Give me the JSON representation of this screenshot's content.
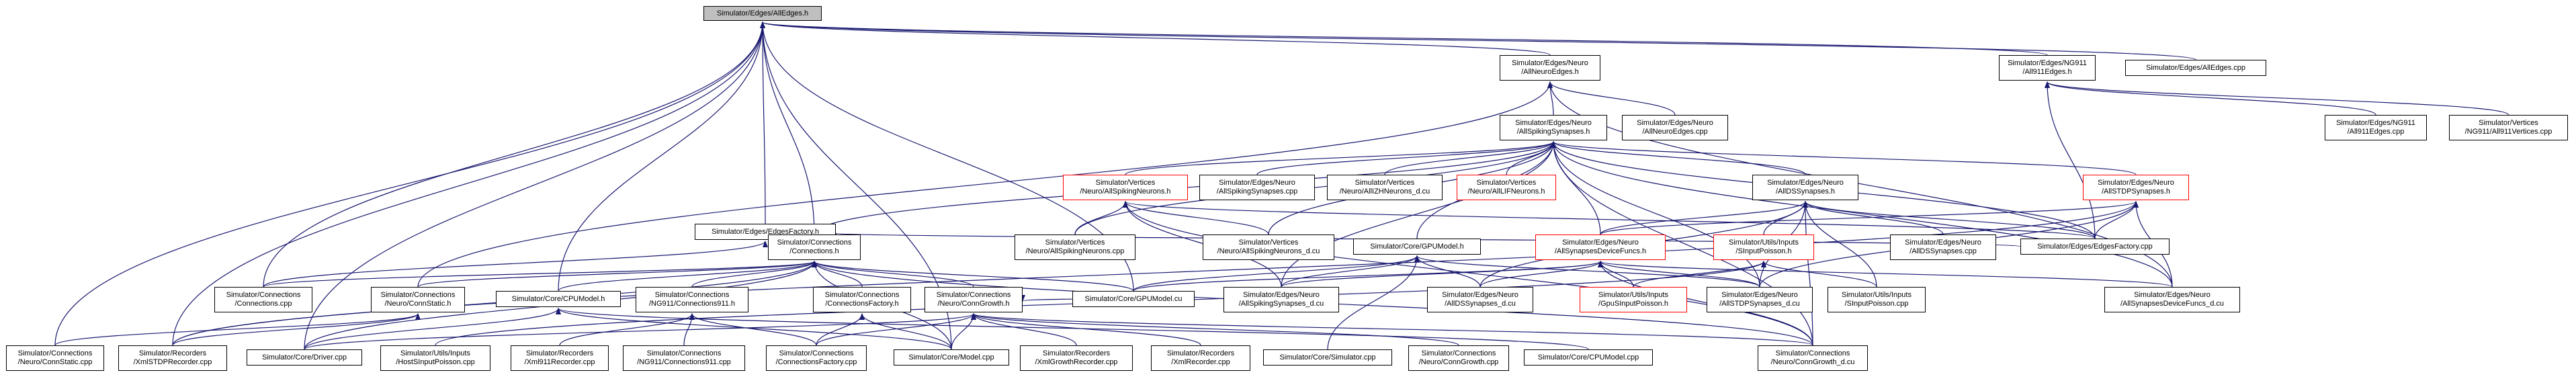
{
  "colors": {
    "edge": "#191970",
    "border": "#000000",
    "red_border": "#ff0000",
    "root_fill": "#bfbfbf"
  },
  "nodes": {
    "alledges_h": "Simulator/Edges/AllEdges.h",
    "allneuroedges_h": "Simulator/Edges/Neuro\n/AllNeuroEdges.h",
    "all911edges_h": "Simulator/Edges/NG911\n/All911Edges.h",
    "alledges_cpp": "Simulator/Edges/AllEdges.cpp",
    "allneuroedges_cpp": "Simulator/Edges/Neuro\n/AllNeuroEdges.cpp",
    "allspikingsynapses_h": "Simulator/Edges/Neuro\n/AllSpikingSynapses.h",
    "all911edges_cpp": "Simulator/Edges/NG911\n/All911Edges.cpp",
    "all911vertices_cpp": "Simulator/Vertices\n/NG911/All911Vertices.cpp",
    "allspikingneurons_h": "Simulator/Vertices\n/Neuro/AllSpikingNeurons.h",
    "allspikingsynapses_cpp": "Simulator/Edges/Neuro\n/AllSpikingSynapses.cpp",
    "allizhneurons_d_cu": "Simulator/Vertices\n/Neuro/AllIZHNeurons_d.cu",
    "alllifneurons_h": "Simulator/Vertices\n/Neuro/AllLIFNeurons.h",
    "alldssynapses_h": "Simulator/Edges/Neuro\n/AllDSSynapses.h",
    "allstdpsynapses_h": "Simulator/Edges/Neuro\n/AllSTDPSynapses.h",
    "edgesfactory_h": "Simulator/Edges/EdgesFactory.h",
    "connections_h": "Simulator/Connections\n/Connections.h",
    "allspikingneurons_cpp": "Simulator/Vertices\n/Neuro/AllSpikingNeurons.cpp",
    "allspikingneurons_d_cu": "Simulator/Vertices\n/Neuro/AllSpikingNeurons_d.cu",
    "gpumodel_h": "Simulator/Core/GPUModel.h",
    "allsynapsesdevicefuncs_h": "Simulator/Edges/Neuro\n/AllSynapsesDeviceFuncs.h",
    "sinputpoisson_h": "Simulator/Utils/Inputs\n/SInputPoisson.h",
    "alldssynapses_cpp": "Simulator/Edges/Neuro\n/AllDSSynapses.cpp",
    "edgesfactory_cpp": "Simulator/Edges/EdgesFactory.cpp",
    "connections_cpp": "Simulator/Connections\n/Connections.cpp",
    "connstatic_h": "Simulator/Connections\n/Neuro/ConnStatic.h",
    "cpumodel_h": "Simulator/Core/CPUModel.h",
    "connections911_h": "Simulator/Connections\n/NG911/Connections911.h",
    "connectionsfactory_h": "Simulator/Connections\n/ConnectionsFactory.h",
    "conngrowth_h": "Simulator/Connections\n/Neuro/ConnGrowth.h",
    "gpumodel_cu": "Simulator/Core/GPUModel.cu",
    "allspikingsynapses_d_cu": "Simulator/Edges/Neuro\n/AllSpikingSynapses_d.cu",
    "alldssynapses_d_cu": "Simulator/Edges/Neuro\n/AllDSSynapses_d.cu",
    "gpusinputpoisson_h": "Simulator/Utils/Inputs\n/GpuSInputPoisson.h",
    "allstdpsynapses_d_cu": "Simulator/Edges/Neuro\n/AllSTDPSynapses_d.cu",
    "sinputpoisson_cpp": "Simulator/Utils/Inputs\n/SInputPoisson.cpp",
    "allsynapsesdevicefuncs_d_cu": "Simulator/Edges/Neuro\n/AllSynapsesDeviceFuncs_d.cu",
    "connstatic_cpp": "Simulator/Connections\n/Neuro/ConnStatic.cpp",
    "xmlstdprecorder_cpp": "Simulator/Recorders\n/XmlSTDPRecorder.cpp",
    "driver_cpp": "Simulator/Core/Driver.cpp",
    "hostsinputpoisson_cpp": "Simulator/Utils/Inputs\n/HostSInputPoisson.cpp",
    "xml911recorder_cpp": "Simulator/Recorders\n/Xml911Recorder.cpp",
    "connections911_cpp": "Simulator/Connections\n/NG911/Connections911.cpp",
    "connectionsfactory_cpp": "Simulator/Connections\n/ConnectionsFactory.cpp",
    "model_cpp": "Simulator/Core/Model.cpp",
    "xmlgrowthrecorder_cpp": "Simulator/Recorders\n/XmlGrowthRecorder.cpp",
    "xmlrecorder_cpp": "Simulator/Recorders\n/XmlRecorder.cpp",
    "simulator_cpp": "Simulator/Core/Simulator.cpp",
    "conngrowth_cpp": "Simulator/Connections\n/Neuro/ConnGrowth.cpp",
    "cpumodel_cpp": "Simulator/Core/CPUModel.cpp",
    "conngrowth_d_cu": "Simulator/Connections\n/Neuro/ConnGrowth_d.cu"
  },
  "edges": [
    [
      "allneuroedges_h",
      "alledges_h"
    ],
    [
      "all911edges_h",
      "alledges_h"
    ],
    [
      "alledges_cpp",
      "alledges_h"
    ],
    [
      "edgesfactory_h",
      "alledges_h"
    ],
    [
      "connections_h",
      "alledges_h"
    ],
    [
      "cpumodel_h",
      "alledges_h"
    ],
    [
      "gpumodel_cu",
      "alledges_h"
    ],
    [
      "driver_cpp",
      "alledges_h"
    ],
    [
      "connections_cpp",
      "alledges_h"
    ],
    [
      "connstatic_cpp",
      "alledges_h"
    ],
    [
      "model_cpp",
      "alledges_h"
    ],
    [
      "xmlstdprecorder_cpp",
      "alledges_h"
    ],
    [
      "allneuroedges_cpp",
      "allneuroedges_h"
    ],
    [
      "allspikingsynapses_h",
      "allneuroedges_h"
    ],
    [
      "allsynapsesdevicefuncs_d_cu",
      "allneuroedges_h"
    ],
    [
      "connstatic_h",
      "allneuroedges_h"
    ],
    [
      "all911edges_cpp",
      "all911edges_h"
    ],
    [
      "all911vertices_cpp",
      "all911edges_h"
    ],
    [
      "edgesfactory_cpp",
      "all911edges_h"
    ],
    [
      "allspikingneurons_h",
      "allspikingsynapses_h"
    ],
    [
      "allspikingsynapses_cpp",
      "allspikingsynapses_h"
    ],
    [
      "allizhneurons_d_cu",
      "allspikingsynapses_h"
    ],
    [
      "alllifneurons_h",
      "allspikingsynapses_h"
    ],
    [
      "alldssynapses_h",
      "allspikingsynapses_h"
    ],
    [
      "allstdpsynapses_h",
      "allspikingsynapses_h"
    ],
    [
      "connections_h",
      "allspikingsynapses_h"
    ],
    [
      "allsynapsesdevicefuncs_h",
      "allspikingsynapses_h"
    ],
    [
      "gpumodel_h",
      "allspikingsynapses_h"
    ],
    [
      "edgesfactory_cpp",
      "allspikingsynapses_h"
    ],
    [
      "allspikingsynapses_d_cu",
      "allspikingsynapses_h"
    ],
    [
      "allstdpsynapses_d_cu",
      "allspikingsynapses_h"
    ],
    [
      "allsynapsesdevicefuncs_d_cu",
      "allspikingsynapses_h"
    ],
    [
      "allspikingneurons_cpp",
      "allspikingsynapses_h"
    ],
    [
      "allspikingneurons_d_cu",
      "allspikingsynapses_h"
    ],
    [
      "conngrowth_d_cu",
      "allspikingsynapses_h"
    ],
    [
      "allspikingneurons_cpp",
      "allspikingneurons_h"
    ],
    [
      "allspikingneurons_d_cu",
      "allspikingneurons_h"
    ],
    [
      "edgesfactory_cpp",
      "allspikingneurons_h"
    ],
    [
      "conngrowth_d_cu",
      "allspikingneurons_h"
    ],
    [
      "allspikingsynapses_d_cu",
      "allspikingneurons_h"
    ],
    [
      "allsynapsesdevicefuncs_h",
      "alldssynapses_h"
    ],
    [
      "sinputpoisson_h",
      "alldssynapses_h"
    ],
    [
      "alldssynapses_cpp",
      "alldssynapses_h"
    ],
    [
      "edgesfactory_cpp",
      "alldssynapses_h"
    ],
    [
      "alldssynapses_d_cu",
      "alldssynapses_h"
    ],
    [
      "allstdpsynapses_d_cu",
      "alldssynapses_h"
    ],
    [
      "sinputpoisson_cpp",
      "alldssynapses_h"
    ],
    [
      "conngrowth_d_cu",
      "alldssynapses_h"
    ],
    [
      "allsynapsesdevicefuncs_h",
      "allstdpsynapses_h"
    ],
    [
      "edgesfactory_cpp",
      "allstdpsynapses_h"
    ],
    [
      "allstdpsynapses_d_cu",
      "allstdpsynapses_h"
    ],
    [
      "allsynapsesdevicefuncs_d_cu",
      "allstdpsynapses_h"
    ],
    [
      "xmlstdprecorder_cpp",
      "allstdpsynapses_h"
    ],
    [
      "edgesfactory_cpp",
      "edgesfactory_h"
    ],
    [
      "connections_cpp",
      "edgesfactory_h"
    ],
    [
      "connections_cpp",
      "connections_h"
    ],
    [
      "connstatic_h",
      "connections_h"
    ],
    [
      "cpumodel_h",
      "connections_h"
    ],
    [
      "connections911_h",
      "connections_h"
    ],
    [
      "connectionsfactory_h",
      "connections_h"
    ],
    [
      "conngrowth_h",
      "connections_h"
    ],
    [
      "gpumodel_cu",
      "connections_h"
    ],
    [
      "driver_cpp",
      "connections_h"
    ],
    [
      "model_cpp",
      "connections_h"
    ],
    [
      "conngrowth_d_cu",
      "connections_h"
    ],
    [
      "xmlstdprecorder_cpp",
      "connections_h"
    ],
    [
      "gpumodel_cu",
      "gpumodel_h"
    ],
    [
      "allspikingsynapses_d_cu",
      "gpumodel_h"
    ],
    [
      "alldssynapses_d_cu",
      "gpumodel_h"
    ],
    [
      "simulator_cpp",
      "gpumodel_h"
    ],
    [
      "allstdpsynapses_d_cu",
      "gpumodel_h"
    ],
    [
      "allspikingsynapses_d_cu",
      "allsynapsesdevicefuncs_h"
    ],
    [
      "alldssynapses_d_cu",
      "allsynapsesdevicefuncs_h"
    ],
    [
      "allstdpsynapses_d_cu",
      "allsynapsesdevicefuncs_h"
    ],
    [
      "gpusinputpoisson_h",
      "allsynapsesdevicefuncs_h"
    ],
    [
      "allsynapsesdevicefuncs_d_cu",
      "allsynapsesdevicefuncs_h"
    ],
    [
      "conngrowth_d_cu",
      "allsynapsesdevicefuncs_h"
    ],
    [
      "gpumodel_cu",
      "allsynapsesdevicefuncs_h"
    ],
    [
      "gpusinputpoisson_h",
      "sinputpoisson_h"
    ],
    [
      "sinputpoisson_cpp",
      "sinputpoisson_h"
    ],
    [
      "hostsinputpoisson_cpp",
      "sinputpoisson_h"
    ],
    [
      "connstatic_cpp",
      "connstatic_h"
    ],
    [
      "xmlstdprecorder_cpp",
      "connstatic_h"
    ],
    [
      "driver_cpp",
      "cpumodel_h"
    ],
    [
      "cpumodel_cpp",
      "cpumodel_h"
    ],
    [
      "model_cpp",
      "cpumodel_h"
    ],
    [
      "xml911recorder_cpp",
      "connections911_h"
    ],
    [
      "connections911_cpp",
      "connections911_h"
    ],
    [
      "connectionsfactory_cpp",
      "connections911_h"
    ],
    [
      "connectionsfactory_cpp",
      "connectionsfactory_h"
    ],
    [
      "model_cpp",
      "connectionsfactory_h"
    ],
    [
      "conngrowth_cpp",
      "conngrowth_h"
    ],
    [
      "xmlgrowthrecorder_cpp",
      "conngrowth_h"
    ],
    [
      "xmlrecorder_cpp",
      "conngrowth_h"
    ],
    [
      "conngrowth_d_cu",
      "conngrowth_h"
    ],
    [
      "driver_cpp",
      "conngrowth_h"
    ],
    [
      "model_cpp",
      "conngrowth_h"
    ],
    [
      "gpumodel_cu",
      "conngrowth_h"
    ],
    [
      "connectionsfactory_cpp",
      "conngrowth_h"
    ]
  ]
}
